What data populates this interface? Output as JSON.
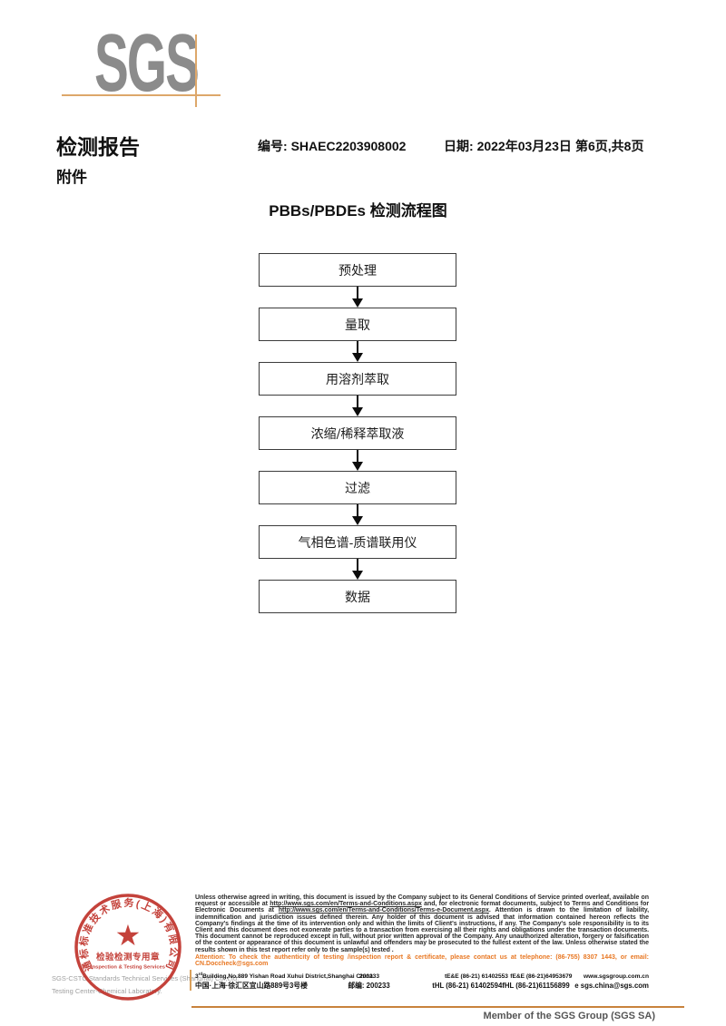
{
  "logo": {
    "text": "SGS"
  },
  "header": {
    "report_title": "检测报告",
    "no_label": "编号:",
    "no_value": "SHAEC2203908002",
    "date_label": "日期:",
    "date_value": "2022年03月23日",
    "pages": "第6页,共8页",
    "attachment": "附件"
  },
  "flowchart": {
    "title": "PBBs/PBDEs 检测流程图",
    "steps": [
      "预处理",
      "量取",
      "用溶剂萃取",
      "浓缩/稀释萃取液",
      "过滤",
      "气相色谱-质谱联用仪",
      "数据"
    ]
  },
  "footer": {
    "legal": {
      "part1": "Unless otherwise agreed in writing, this document is issued by the Company subject to its General Conditions of Service printed overleaf, available on request or accessible at ",
      "url1": "http://www.sgs.com/en/Terms-and-Conditions.aspx",
      "part2": " and, for electronic format documents, subject to Terms and Conditions for Electronic Documents at ",
      "url2": "http://www.sgs.com/en/Terms-and-Conditions/Terms-e-Document.aspx",
      "part3": ". Attention is drawn to the limitation of liability, indemnification and jurisdiction issues defined therein. Any holder of this document is advised that information contained hereon reflects the Company's findings at the time of its intervention only and within the limits of Client's instructions, if any. The Company's sole responsibility is to its Client and this document does not exonerate parties to a transaction from exercising all their rights and obligations under the transaction documents. This document cannot be reproduced except in full, without prior written approval of the Company. Any unauthorized alteration, forgery or falsification of the content or appearance of this document is unlawful and offenders may be prosecuted to the fullest extent of the law. Unless otherwise stated the results shown in this test report refer only to the sample(s) tested ."
    },
    "attention": "Attention: To check the authenticity of testing /inspection report & certificate, please contact us at telephone: (86-755) 8307 1443, or email: CN.Doccheck@sgs.com",
    "address": {
      "en_num": "3",
      "en_sup": "rd",
      "en_rest": "Building,No.889 Yishan Road Xuhui District,Shanghai China",
      "en_postal": "200233",
      "tel1": "tE&E (86-21) 61402553",
      "fax1": "fE&E (86-21)64953679",
      "web": "www.sgsgroup.com.cn",
      "cn": "中国·上海·徐汇区宜山路889号3号楼",
      "cn_postal": "邮编: 200233",
      "tel2": "tHL (86-21) 61402594",
      "fax2": "fHL (86-21)61156899",
      "email": "e  sgs.china@sgs.com"
    },
    "company_line1": "SGS-CSTC Standards Technical Services (Shanghai) Co.,Ltd.",
    "company_line2": "Testing Center-Chemical Laboratory.",
    "member": "Member of the SGS Group (SGS SA)"
  },
  "stamp": {
    "circular_text": "通标标准技术服务(上海)有限公司",
    "star": "★",
    "cn_line": "检验检测专用章",
    "en_line": "Inspection & Testing Services"
  },
  "colors": {
    "accent_orange": "#D9A05B",
    "attention_orange": "#E87722",
    "stamp_red": "#C0332B",
    "logo_gray": "#8B8B8B"
  }
}
